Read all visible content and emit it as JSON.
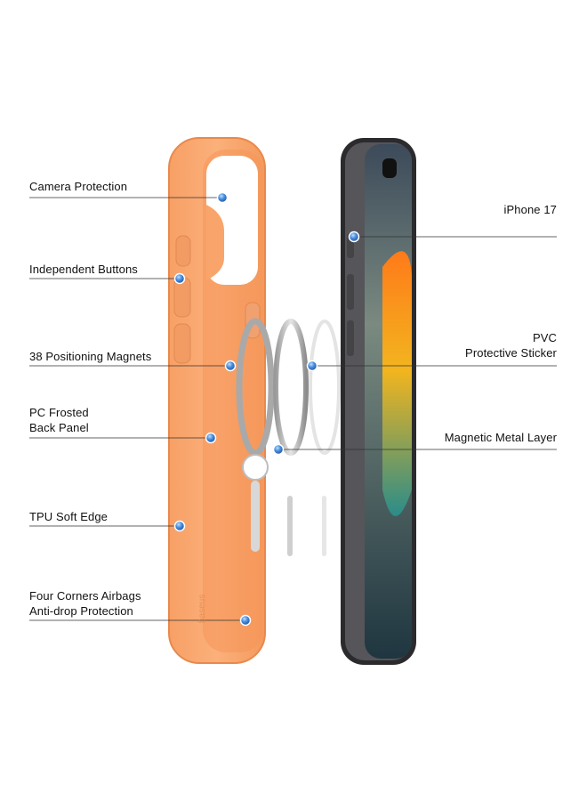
{
  "callouts_left": [
    {
      "id": "camera-protection",
      "lines": [
        "Camera Protection"
      ]
    },
    {
      "id": "independent-buttons",
      "lines": [
        "Independent Buttons"
      ]
    },
    {
      "id": "positioning-magnets",
      "lines": [
        "38 Positioning Magnets"
      ]
    },
    {
      "id": "pc-frosted-back-panel",
      "lines": [
        "PC Frosted",
        "Back Panel"
      ]
    },
    {
      "id": "tpu-soft-edge",
      "lines": [
        "TPU Soft Edge"
      ]
    },
    {
      "id": "four-corners-airbags",
      "lines": [
        "Four Corners Airbags",
        "Anti-drop Protection"
      ]
    }
  ],
  "callouts_right": [
    {
      "id": "iphone-17",
      "lines": [
        "iPhone 17"
      ]
    },
    {
      "id": "pvc-protective-sticker",
      "lines": [
        "PVC",
        "Protective Sticker"
      ]
    },
    {
      "id": "magnetic-metal-layer",
      "lines": [
        "Magnetic Metal Layer"
      ]
    }
  ],
  "colors": {
    "case_orange": "#f8a46a",
    "case_orange_dark": "#ea8a4c",
    "marker_blue": "#3a7fd0",
    "leader_line": "#333333",
    "phone_frame": "#2b2b2e"
  },
  "brand_watermark": "baseus"
}
